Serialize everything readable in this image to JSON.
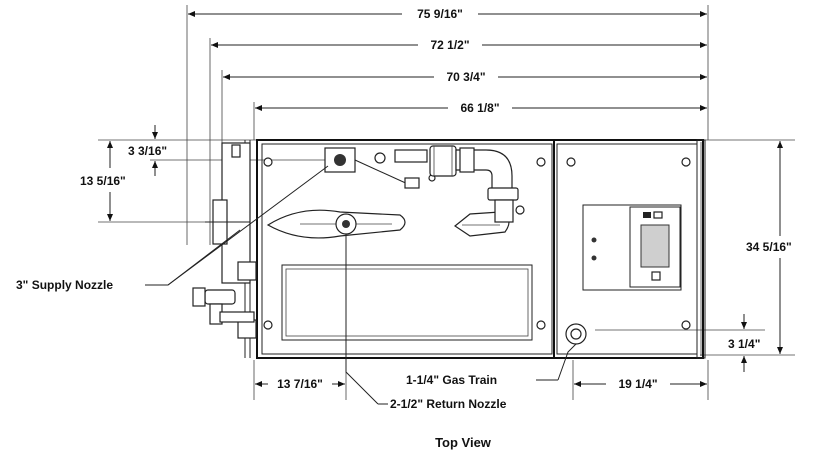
{
  "dimensions": {
    "overall_width": "75 9/16\"",
    "width_2": "72 1/2\"",
    "width_3": "70 3/4\"",
    "width_4": "66 1/8\"",
    "left_small": "3 3/16\"",
    "left_height": "13 5/16\"",
    "right_height": "34 5/16\"",
    "right_small": "3 1/4\"",
    "bottom_left": "13 7/16\"",
    "bottom_right": "19 1/4\""
  },
  "callouts": {
    "supply_nozzle": "3\" Supply Nozzle",
    "gas_train": "1-1/4\" Gas Train",
    "return_nozzle": "2-1/2\" Return Nozzle"
  },
  "caption": "Top View",
  "colors": {
    "line": "#222222",
    "panel_fill": "#d0d0d0",
    "background": "#ffffff"
  }
}
